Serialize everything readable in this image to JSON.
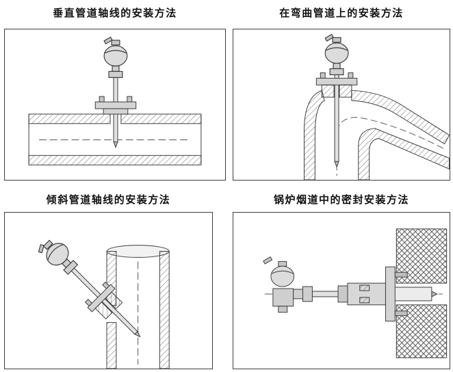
{
  "page": {
    "background": "#ffffff",
    "type": "technical-installation-diagram"
  },
  "colors": {
    "line": "#3c3c3c",
    "metal_fill": "#d9d9d9",
    "hatch": "#666666",
    "centerline": "#555555",
    "border": "#3c3c3c"
  },
  "panels": [
    {
      "id": "vertical-pipe",
      "title": "垂直管道轴线的安装方法"
    },
    {
      "id": "curved-pipe",
      "title": "在弯曲管道上的安装方法"
    },
    {
      "id": "inclined-pipe",
      "title": "倾斜管道轴线的安装方法"
    },
    {
      "id": "boiler-flue",
      "title": "锅炉烟道中的密封安装方法"
    }
  ]
}
